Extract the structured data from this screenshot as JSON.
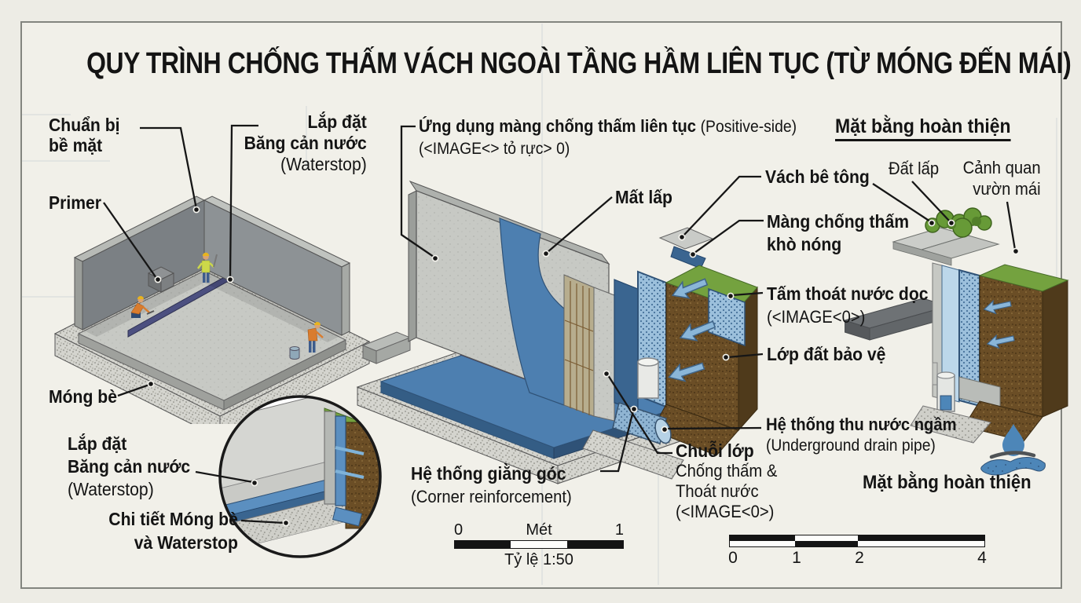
{
  "title": "QUY TRÌNH CHỐNG THẤM VÁCH NGOÀI TẦNG HẦM LIÊN TỤC (TỪ MÓNG ĐẾN MÁI)",
  "left_panel": {
    "surface_prep": {
      "l1": "Chuẩn bị",
      "l2": "bề mặt"
    },
    "waterstop_top": {
      "l1": "Lắp đặt",
      "l2": "Băng cản nước",
      "l3": "(Waterstop)"
    },
    "primer": "Primer",
    "raft": "Móng bè",
    "waterstop_bottom": {
      "l1": "Lắp đặt",
      "l2": "Băng cản nước",
      "l3": "(Waterstop)"
    },
    "detail": {
      "l1": "Chi tiết Móng bè",
      "l2": "và Waterstop"
    }
  },
  "middle_panel": {
    "membrane": {
      "bold": "Ứng dụng màng chống thấm liên tục",
      "side": "(Positive-side)",
      "sub": "(<IMAGE<> tỏ rực> 0)"
    },
    "backfill": "Mất lấp",
    "corner": {
      "l1": "Hệ thống giằng góc",
      "l2": "(Corner reinforcement)"
    },
    "scale": {
      "left": "0",
      "unit": "Mét",
      "right": "1",
      "ratio": "Tỷ lệ 1:50"
    }
  },
  "right_panel": {
    "finished_top": "Mặt bằng hoàn thiện",
    "wall": "Vách bê tông",
    "torch": {
      "l1": "Màng chống thấm",
      "l2": "khò nóng"
    },
    "fill": "Đất lấp",
    "garden": {
      "l1": "Cảnh quan",
      "l2": "vườn mái"
    },
    "drainboard": {
      "l1": "Tấm thoát nước dọc",
      "l2": "(<IMAGE<0>)"
    },
    "protect": "Lớp đất bảo vệ",
    "underdrain": {
      "l1": "Hệ thống thu nước ngầm",
      "l2": "(Underground drain pipe)"
    },
    "stack": {
      "l1": "Chuỗi lớp",
      "l2": "Chống thấm &",
      "l3": "Thoát nước",
      "l4": "(<IMAGE<0>)"
    },
    "finished_bottom": "Mặt bằng hoàn thiện",
    "scale": {
      "t0": "0",
      "t1": "1",
      "t2": "2",
      "t4": "4"
    }
  },
  "icons": {
    "water_hand": "water-drop-in-hand"
  },
  "colors": {
    "accent_blue": "#4d7fb0",
    "light_blue": "#a9cbe0",
    "soil_brown": "#6b4e26",
    "grass_green": "#74a23f",
    "concrete": "#c6c8c3",
    "dark_wall": "#787d80",
    "gravel": "#d2d2cc",
    "waterstop_navy": "#4c5080",
    "text": "#141414",
    "background": "#f1f0e9"
  }
}
